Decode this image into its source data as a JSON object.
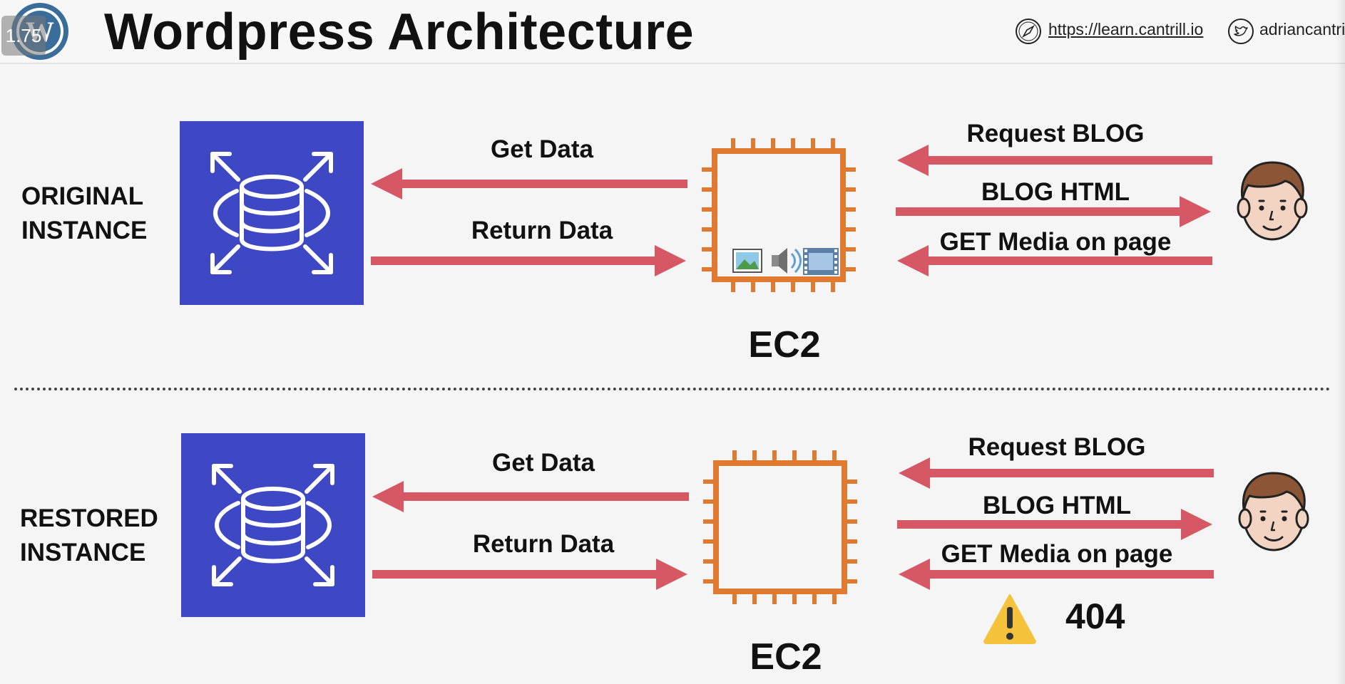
{
  "slide": {
    "number": "1.75",
    "title": "Wordpress Architecture",
    "website": "https://learn.cantrill.io",
    "twitter": "adriancantrill"
  },
  "colors": {
    "arrow": "#d75865",
    "rds": "#3f48c4",
    "ec2": "#e07a31",
    "warning": "#f5c33b"
  },
  "icons": {
    "logo": "wordpress-logo-icon",
    "website": "compass-icon",
    "twitter": "twitter-bird-icon",
    "database": "rds-database-icon",
    "ec2": "ec2-chip-icon",
    "user": "user-face-icon",
    "media": [
      "image-icon",
      "speaker-icon",
      "film-icon"
    ],
    "warning": "warning-icon"
  },
  "original": {
    "label_line1": "ORIGINAL",
    "label_line2": "INSTANCE",
    "get_data": "Get Data",
    "return_data": "Return Data",
    "ec2": "EC2",
    "request_blog": "Request BLOG",
    "blog_html": "BLOG HTML",
    "get_media": "GET Media on page"
  },
  "restored": {
    "label_line1": "RESTORED",
    "label_line2": "INSTANCE",
    "get_data": "Get Data",
    "return_data": "Return Data",
    "ec2": "EC2",
    "request_blog": "Request BLOG",
    "blog_html": "BLOG HTML",
    "get_media": "GET Media on page",
    "error_code": "404"
  }
}
